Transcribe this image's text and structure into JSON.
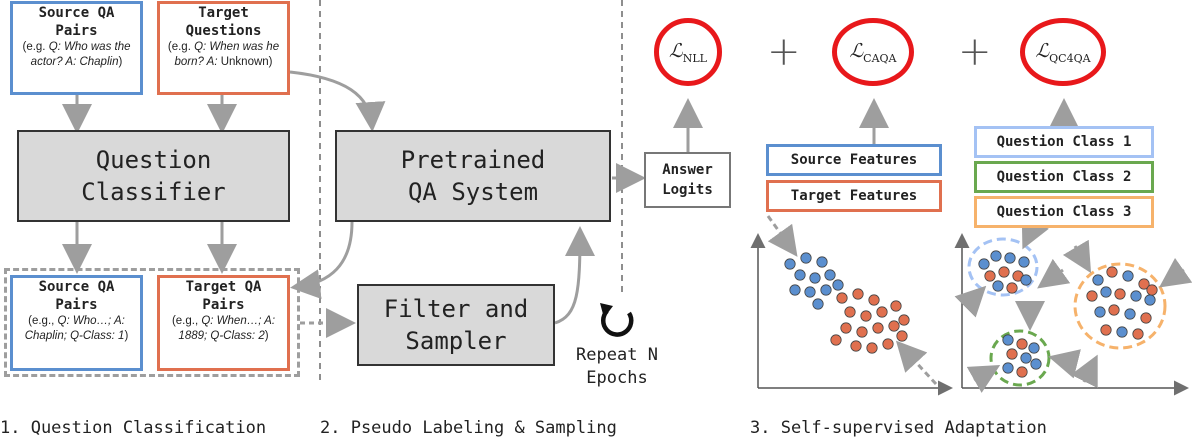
{
  "source_qa": {
    "title_l1": "Source QA",
    "title_l2": "Pairs",
    "ex_prefix": "(e.g. ",
    "ex_q": "Q: Who was the actor? A: Chaplin",
    "ex_suffix": ")"
  },
  "target_q": {
    "title_l1": "Target",
    "title_l2": "Questions",
    "ex_prefix": "(e.g. ",
    "ex_q": "Q: When was he born? A:",
    "ex_suffix": " Unknown)"
  },
  "question_classifier": {
    "line1": "Question",
    "line2": "Classifier"
  },
  "source_qa_pairs": {
    "title_l1": "Source QA",
    "title_l2": "Pairs",
    "ex_prefix": "(e.g., ",
    "ex_q": "Q: Who…; A: Chaplin; Q-Class: 1",
    "ex_suffix": ")"
  },
  "target_qa_pairs": {
    "title_l1": "Target QA",
    "title_l2": "Pairs",
    "ex_prefix": "(e.g., ",
    "ex_q": "Q: When…; A: 1889; Q-Class: 2",
    "ex_suffix": ")"
  },
  "pretrained": {
    "line1": "Pretrained",
    "line2": "QA System"
  },
  "filter": {
    "line1": "Filter and",
    "line2": "Sampler"
  },
  "repeat": {
    "line1": "Repeat N",
    "line2": "Epochs"
  },
  "answer_logits": {
    "line1": "Answer",
    "line2": "Logits"
  },
  "losses": {
    "nll": "NLL",
    "caqa": "CAQA",
    "qc4qa": "QC4QA",
    "plus": "+"
  },
  "features": {
    "source": "Source Features",
    "target": "Target Features"
  },
  "classes": {
    "c1": "Question Class 1",
    "c2": "Question Class 2",
    "c3": "Question Class 3"
  },
  "captions": {
    "c1": "1. Question Classification",
    "c2": "2. Pseudo Labeling & Sampling",
    "c3": "3. Self-supervised Adaptation"
  },
  "colors": {
    "blue": "#5b8fcf",
    "red": "#e0704f",
    "green": "#6aa84f",
    "orange": "#f6b26b",
    "light_blue": "#a4c2f4",
    "loss_red": "#e8181b",
    "arrow_gray": "#9e9e9e"
  }
}
